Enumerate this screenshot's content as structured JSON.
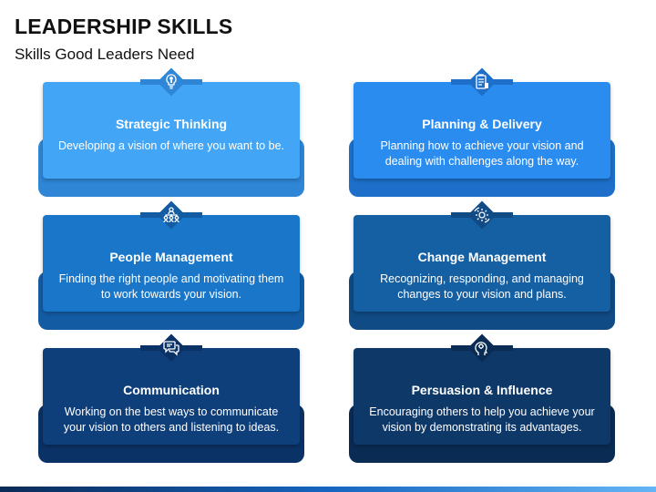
{
  "header": {
    "title": "LEADERSHIP SKILLS",
    "subtitle": "Skills Good Leaders Need"
  },
  "cards": [
    {
      "title": "Strategic Thinking",
      "description": "Developing a vision of where you want to be.",
      "icon": "chess-bulb-icon",
      "front_color": "#42a5f5",
      "back_color": "#2f86d6"
    },
    {
      "title": "Planning & Delivery",
      "description": "Planning how to achieve your vision and dealing with challenges along the way.",
      "icon": "clipboard-plan-icon",
      "front_color": "#2b8cf0",
      "back_color": "#1d6fc9"
    },
    {
      "title": "People Management",
      "description": "Finding the right people and motivating them to work towards your vision.",
      "icon": "team-network-icon",
      "front_color": "#1976c9",
      "back_color": "#135ca4"
    },
    {
      "title": "Change Management",
      "description": "Recognizing, responding, and managing changes to your vision and plans.",
      "icon": "gear-arrows-icon",
      "front_color": "#155fa3",
      "back_color": "#104b85"
    },
    {
      "title": "Communication",
      "description": "Working on the best ways to communicate your vision to others and listening to ideas.",
      "icon": "chat-bubbles-icon",
      "front_color": "#0f3f7a",
      "back_color": "#0b3266"
    },
    {
      "title": "Persuasion & Influence",
      "description": "Encouraging others to help you achieve your vision by demonstrating its advantages.",
      "icon": "head-gears-icon",
      "front_color": "#0e3868",
      "back_color": "#0a2b53"
    }
  ]
}
